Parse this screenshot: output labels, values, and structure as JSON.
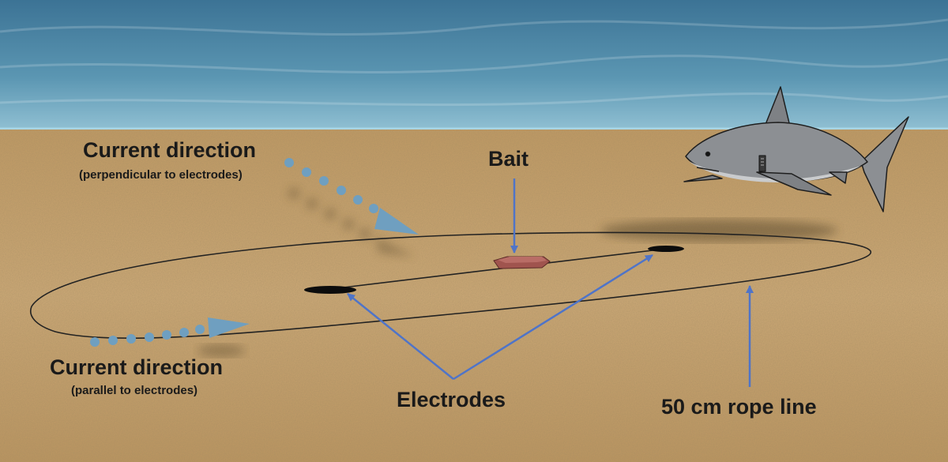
{
  "labels": {
    "current_top": "Current direction",
    "current_top_sub": "(perpendicular to electrodes)",
    "current_bottom": "Current direction",
    "current_bottom_sub": "(parallel to electrodes)",
    "bait": "Bait",
    "electrodes": "Electrodes",
    "rope": "50 cm rope line"
  },
  "colors": {
    "water": "#4f8aa8",
    "sand": "#c9a672",
    "pointer": "#4f74c8",
    "current_arrow": "#6f9fc0",
    "bait": "#a0544e",
    "shark": "#8c8f93"
  }
}
